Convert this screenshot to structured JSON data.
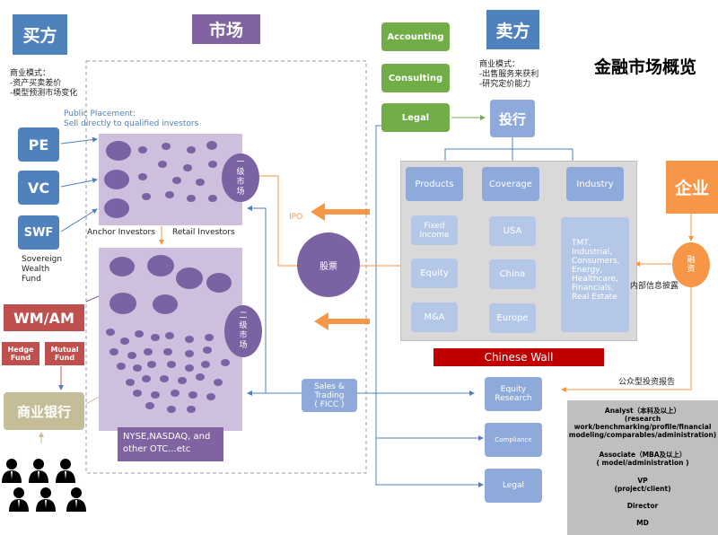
{
  "headers": {
    "buy_side": "买方",
    "market": "市场",
    "sell_side": "卖方",
    "enterprise": "企业",
    "title": "金融市场概览"
  },
  "buy_side": {
    "business_model_title": "商业模式：",
    "business_model_lines": [
      "-资产买卖差价",
      "-模型预测市场变化"
    ],
    "placement_note": [
      "Public Placement:",
      "Sell directly to qualified investors"
    ],
    "investors": [
      "PE",
      "VC",
      "SWF"
    ],
    "swf_caption": [
      "Sovereign",
      "Wealth",
      "Fund"
    ],
    "wm_am": "WM/AM",
    "hedge_fund": [
      "Hedge",
      "Fund"
    ],
    "mutual_fund": [
      "Mutual",
      "Fund"
    ],
    "commercial_bank": "商业银行"
  },
  "market": {
    "anchor_investors": "Anchor Investors",
    "retail_investors": "Retail Investors",
    "primary_market": [
      "一",
      "级",
      "市",
      "场"
    ],
    "secondary_market": [
      "二",
      "级",
      "市",
      "场"
    ],
    "exchanges": [
      "NYSE,NASDAQ, and",
      "other OTC...etc"
    ]
  },
  "sell_side": {
    "business_model_title": "商业模式：",
    "business_model_lines": [
      "-出售服务来获利",
      "-研究定价能力"
    ],
    "services": [
      "Accounting",
      "Consulting",
      "Legal"
    ],
    "investment_bank": "投行",
    "ib_top_row": [
      "Products",
      "Coverage",
      "Industry"
    ],
    "ib_products": [
      "Fixed Income",
      "Equity",
      "M&A"
    ],
    "ib_regions": [
      "USA",
      "China",
      "Europe"
    ],
    "ib_industries": [
      "TMT,",
      "Industrial,",
      "Consumers,",
      "Energy,",
      "Healthcare,",
      "Financials,",
      "Real Estate"
    ],
    "chinese_wall": "Chinese Wall",
    "sales_trading": [
      "Sales &",
      "Trading",
      "( FICC )"
    ],
    "equity_research": [
      "Equity",
      "Research"
    ],
    "compliance": "Compliance",
    "legal_bottom": "Legal",
    "ipo": "IPO",
    "stock": "股票",
    "financing": [
      "融",
      "资"
    ],
    "disclosure": "内部信息披露",
    "public_report": "公众型投资报告"
  },
  "career_ladder": {
    "analyst": [
      "Analyst（本科及以上）",
      "(research",
      "work/benchmarking/profile/financial",
      "modeling/comparables/administration)"
    ],
    "associate": [
      "Associate（MBA及以上）",
      "( model/administration )"
    ],
    "vp": [
      "VP",
      "(project/client)"
    ],
    "director": "Director",
    "md": "MD"
  },
  "colors": {
    "blue": "#4f81bd",
    "purple": "#8064a2",
    "green": "#70ad47",
    "orange": "#f79646",
    "red": "#c0504d",
    "wall_red": "#c00000",
    "market_fill": "#cdbfdd",
    "bank_fill": "#c4bd97",
    "grey": "#d9d9d9"
  }
}
